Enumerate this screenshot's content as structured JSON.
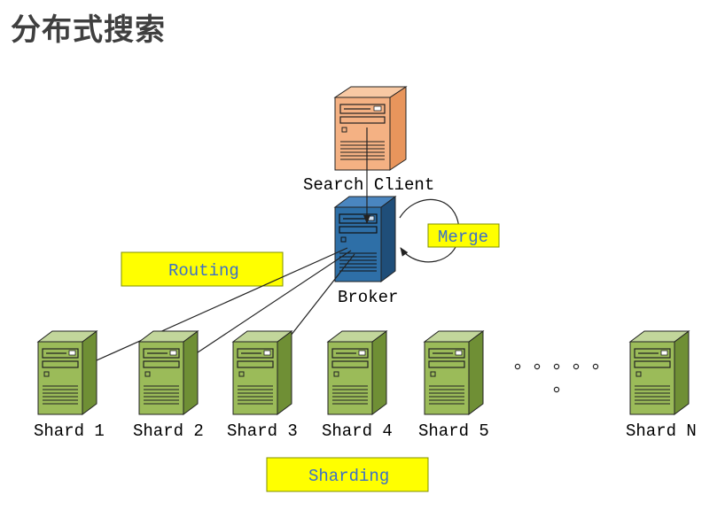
{
  "title": "分布式搜索",
  "client": {
    "label": "Search Client"
  },
  "broker": {
    "label": "Broker"
  },
  "annotations": {
    "merge": "Merge",
    "routing": "Routing",
    "sharding": "Sharding"
  },
  "shards": [
    {
      "label": "Shard 1"
    },
    {
      "label": "Shard 2"
    },
    {
      "label": "Shard 3"
    },
    {
      "label": "Shard 4"
    },
    {
      "label": "Shard 5"
    },
    {
      "label": "Shard N"
    }
  ],
  "colors": {
    "client": "#f4b183",
    "broker": "#2e6fa7",
    "shard": "#9bbb59",
    "annotation_box": "#ffff00",
    "annotation_text": "#3b6fc7"
  }
}
